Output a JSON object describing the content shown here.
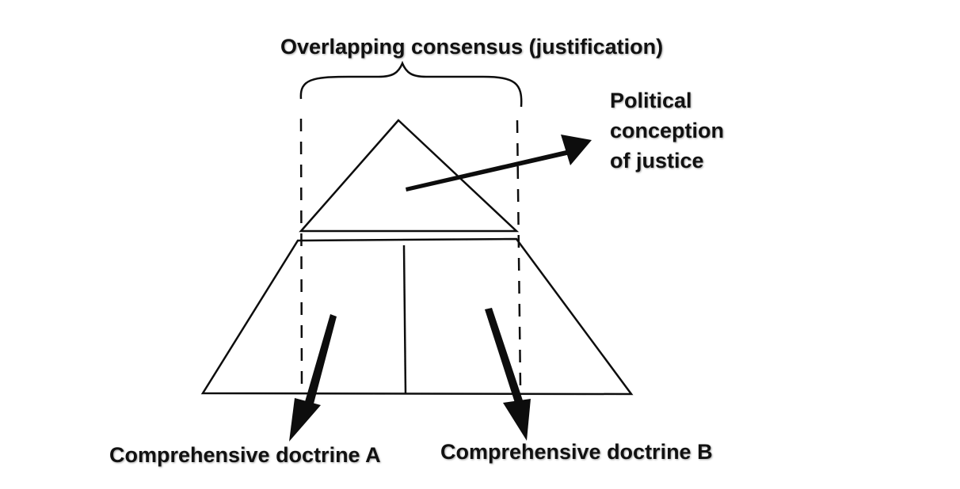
{
  "diagram": {
    "title": "Overlapping consensus (justification)",
    "political_conception": [
      "Political",
      "conception",
      "of justice"
    ],
    "doctrine_a": "Comprehensive doctrine A",
    "doctrine_b": "Comprehensive doctrine B",
    "stroke_color": "#111111",
    "background": "#ffffff"
  }
}
